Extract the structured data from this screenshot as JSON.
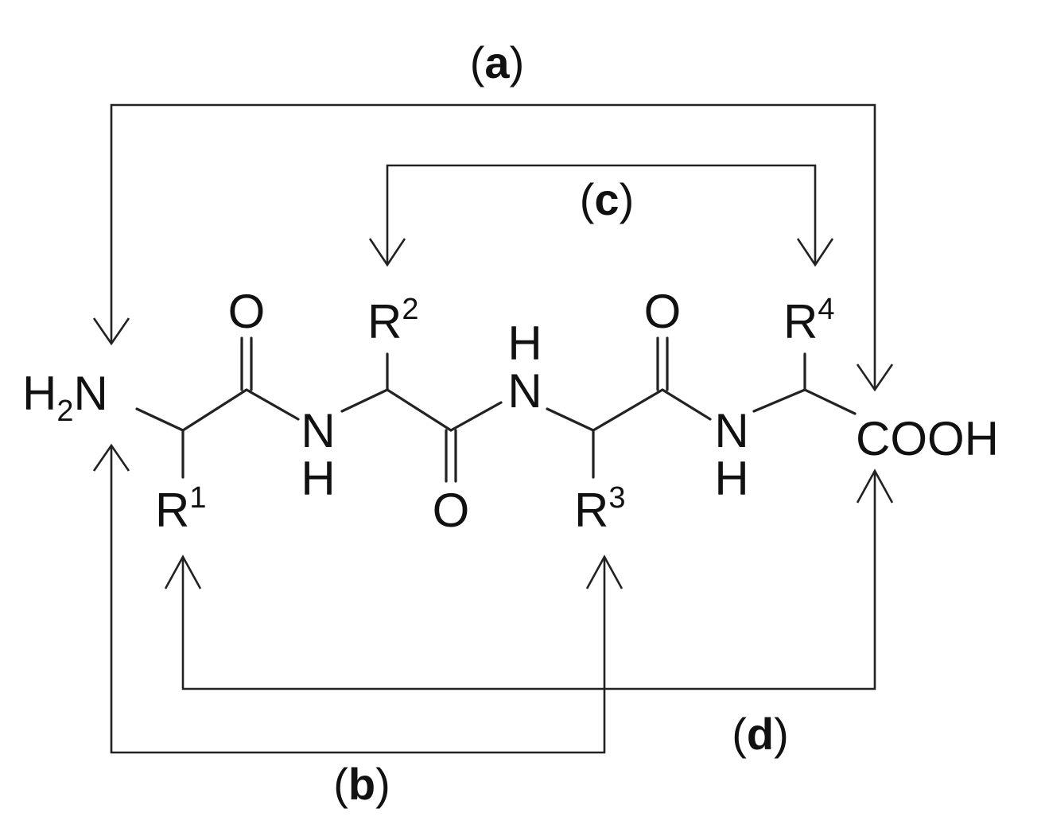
{
  "molecule": {
    "amine": {
      "base": "H",
      "sub": "2",
      "tail": "N"
    },
    "acid": "COOH",
    "carbonyl_o": "O",
    "nh_n": "N",
    "nh_h": "H",
    "r_base": "R",
    "r1_sup": "1",
    "r2_sup": "2",
    "r3_sup": "3",
    "r4_sup": "4"
  },
  "links": [
    {
      "letter": "a",
      "from": "H2N",
      "to": "COOH"
    },
    {
      "letter": "b",
      "from": "H2N",
      "to": "R3"
    },
    {
      "letter": "c",
      "from": "R2",
      "to": "R4"
    },
    {
      "letter": "d",
      "from": "R1",
      "to": "COOH"
    }
  ],
  "colors": {
    "ink": "#111111",
    "background": "#ffffff"
  }
}
